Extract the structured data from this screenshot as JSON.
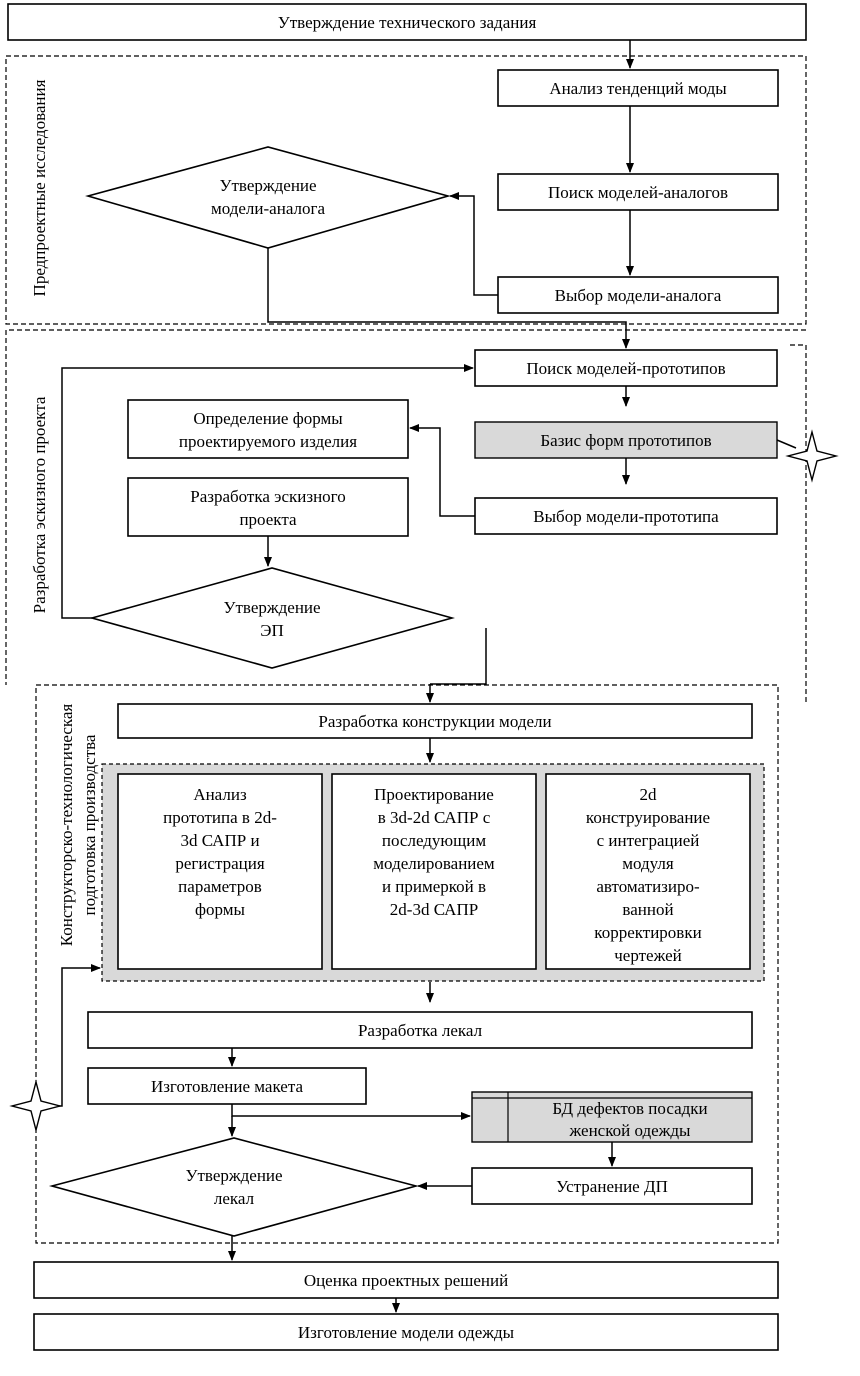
{
  "nodes": {
    "approve_spec": "Утверждение технического задания",
    "fashion_trends": "Анализ тенденций моды",
    "search_analogs": "Поиск моделей-аналогов",
    "approve_analog": [
      "Утверждение",
      "модели-аналога"
    ],
    "choose_analog": "Выбор модели-аналога",
    "search_prototypes": "Поиск моделей-прототипов",
    "form_definition": [
      "Определение формы",
      "проектируемого изделия"
    ],
    "prototype_forms_base": "Базис форм прототипов",
    "sketch_development": [
      "Разработка эскизного",
      "проекта"
    ],
    "choose_prototype": "Выбор модели-прототипа",
    "approve_sketch": [
      "Утверждение",
      "ЭП"
    ],
    "construction_development": "Разработка конструкции модели",
    "option_1": [
      "Анализ",
      "прототипа в 2d-",
      "3d САПР и",
      "регистрация",
      "параметров",
      "формы"
    ],
    "option_2": [
      "Проектирование",
      "в 3d-2d САПР с",
      "последующим",
      "моделированием",
      "и примеркой в",
      "2d-3d САПР"
    ],
    "option_3": [
      "2d",
      "конструирование",
      "с интеграцией",
      "модуля",
      "автоматизиро-",
      "ванной",
      "корректировки",
      "чертежей"
    ],
    "pattern_development": "Разработка лекал",
    "mockup_making": "Изготовление макета",
    "fit_defects_db": [
      "БД дефектов посадки",
      "женской одежды"
    ],
    "fix_defects": "Устранение ДП",
    "approve_patterns": [
      "Утверждение",
      "лекал"
    ],
    "evaluate_solutions": "Оценка проектных решений",
    "make_garment": "Изготовление модели одежды"
  },
  "stages": {
    "pre_design": "Предпроектные исследования",
    "sketch_design": "Разработка эскизного проекта",
    "tech_prep": [
      "Конструкторско-технологическая",
      "подготовка производства"
    ]
  }
}
